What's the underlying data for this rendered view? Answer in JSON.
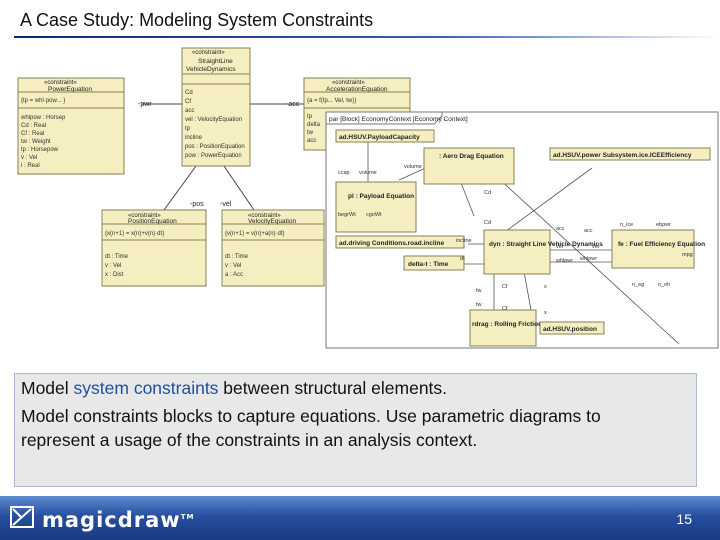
{
  "slide": {
    "title": "A Case Study: Modeling System Constraints",
    "page_number": "15"
  },
  "diagram": {
    "blocks": {
      "power_eq": {
        "stereotype": "«constraint»",
        "name": "PowerEquation",
        "formula": "{tp = whl·pow... }",
        "params": [
          "whlpow : Horsep",
          "Cd : Real",
          "Cf : Real",
          "tw : Weight",
          "tp : Horsepow",
          "v : Vel",
          "i : Real"
        ]
      },
      "straight_line": {
        "stereotype": "«constraint»",
        "name1": "StraightLine",
        "name2": "VehicleDynamics",
        "params": [
          "Cd",
          "Cf",
          "acc",
          "vel : VelocityEquation",
          "tp",
          "incline",
          "pos : PositionEquation",
          "pow : PowerEquation"
        ]
      },
      "accel_eq": {
        "stereotype": "«constraint»",
        "name": "AccelerationEquation",
        "formula": "{a = f(tp... Vel, tw)}",
        "params": [
          "tp",
          "delta",
          "tw",
          "acc"
        ]
      },
      "position_eq": {
        "stereotype": "«constraint»",
        "name": "PositionEquation",
        "formula": "{x(n+1) = x(n)+v(n)·dt}",
        "params": [
          "dt : Time",
          "v : Vel",
          "x : Dist"
        ]
      },
      "velocity_eq": {
        "stereotype": "«constraint»",
        "name": "VelocityEquation",
        "formula": "{v(n+1) = v(n)+a(n)·dt}",
        "params": [
          "dt : Time",
          "v : Vel",
          "a : Acc"
        ]
      }
    },
    "port_labels": {
      "pwr": "-pwr",
      "acc": "-acc",
      "pos": "-pos",
      "vel": "-vel"
    },
    "parametric": {
      "context": "par [Block] EconomyContext [Economy Context]",
      "payload_capacity": "ad.HSUV.PayloadCapacity",
      "aero_drag": ": Aero Drag Equation",
      "ice_efficiency": "ad.HSUV.power Subsystem.ice.ICEEfficiency",
      "payload_eq": "pl : Payload Equation",
      "road_incline": "ad.driving Conditions.road.incline",
      "delta_t": "delta-t : Time",
      "dyn": "dyn : Straight Line Vehicle Dynamics",
      "fuel_eff": "fe : Fuel Efficiency Equation",
      "rolling": "rdrag : Rolling Friction Equation",
      "position": "ad.HSUV.position",
      "small_labels": [
        "ccap",
        "volume",
        "volume",
        "Cd",
        "Cd",
        "incline",
        "begrWt",
        "cgoWt",
        "dt",
        "acc",
        "n_ice",
        "ebpwr",
        "whlpwr",
        "whlpwr",
        "mpg",
        "n_eg",
        "n_eh",
        "tw",
        "tw",
        "Cf",
        "Cf",
        "x",
        "x",
        "vel",
        "vel",
        "acc"
      ]
    }
  },
  "caption": {
    "line1_pre": "Model ",
    "line1_highlight": "system constraints",
    "line1_post": " between structural elements.",
    "line2": "Model constraints blocks to capture equations. Use parametric diagrams to",
    "line3": "represent a usage of the constraints in an analysis context."
  },
  "footer": {
    "logo_text": "magicdraw",
    "logo_tm": "TM"
  },
  "colors": {
    "block_fill": "#f4eec0",
    "block_border": "#8a8055",
    "caption_highlight": "#1f4f9e",
    "footer_blue": "#264f9e"
  }
}
